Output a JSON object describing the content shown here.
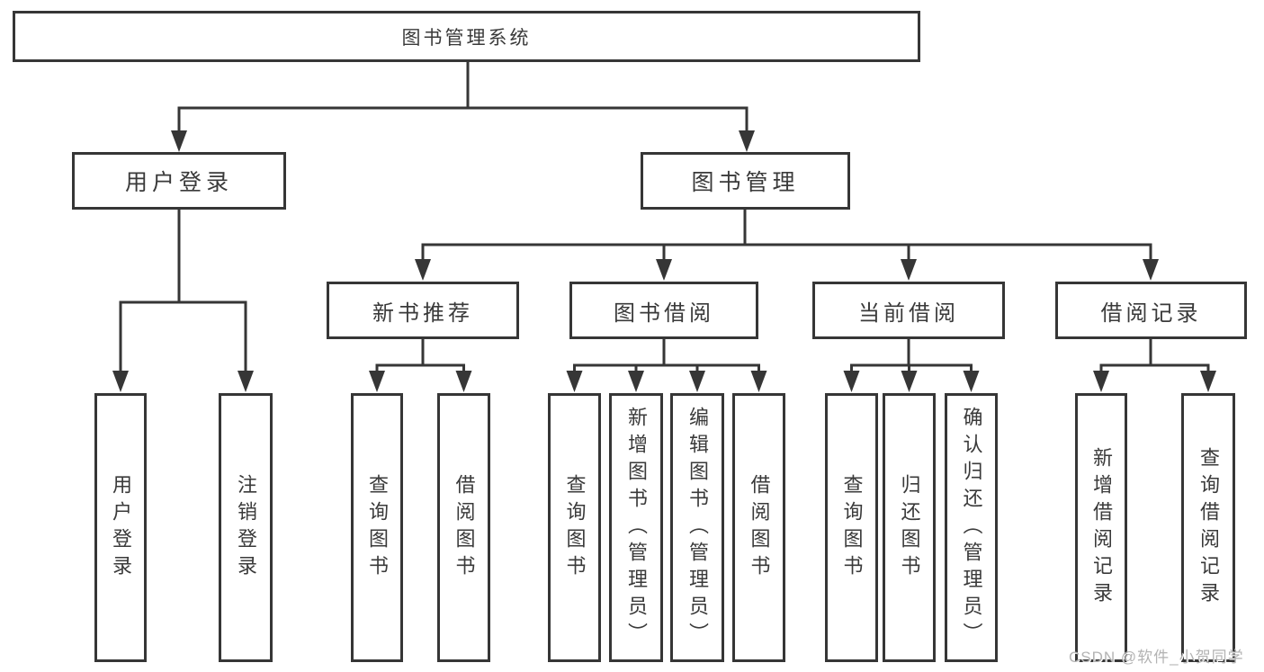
{
  "title": "图书管理系统",
  "tree": {
    "root": "图书管理系统",
    "children": [
      {
        "label": "用户登录",
        "children": [
          "用户登录",
          "注销登录"
        ]
      },
      {
        "label": "图书管理",
        "children": [
          {
            "label": "新书推荐",
            "children": [
              "查询图书",
              "借阅图书"
            ]
          },
          {
            "label": "图书借阅",
            "children": [
              "查询图书",
              "新增图书（管理员）",
              "编辑图书（管理员）",
              "借阅图书"
            ]
          },
          {
            "label": "当前借阅",
            "children": [
              "查询图书",
              "归还图书",
              "确认归还（管理员）"
            ]
          },
          {
            "label": "借阅记录",
            "children": [
              "新增借阅记录",
              "查询借阅记录"
            ]
          }
        ]
      }
    ]
  },
  "watermark": "CSDN @软件_小贺同学",
  "colors": {
    "line": "#363636",
    "text": "#3a3a3a",
    "background": "#ffffff",
    "watermark": "#b3b3b3"
  }
}
